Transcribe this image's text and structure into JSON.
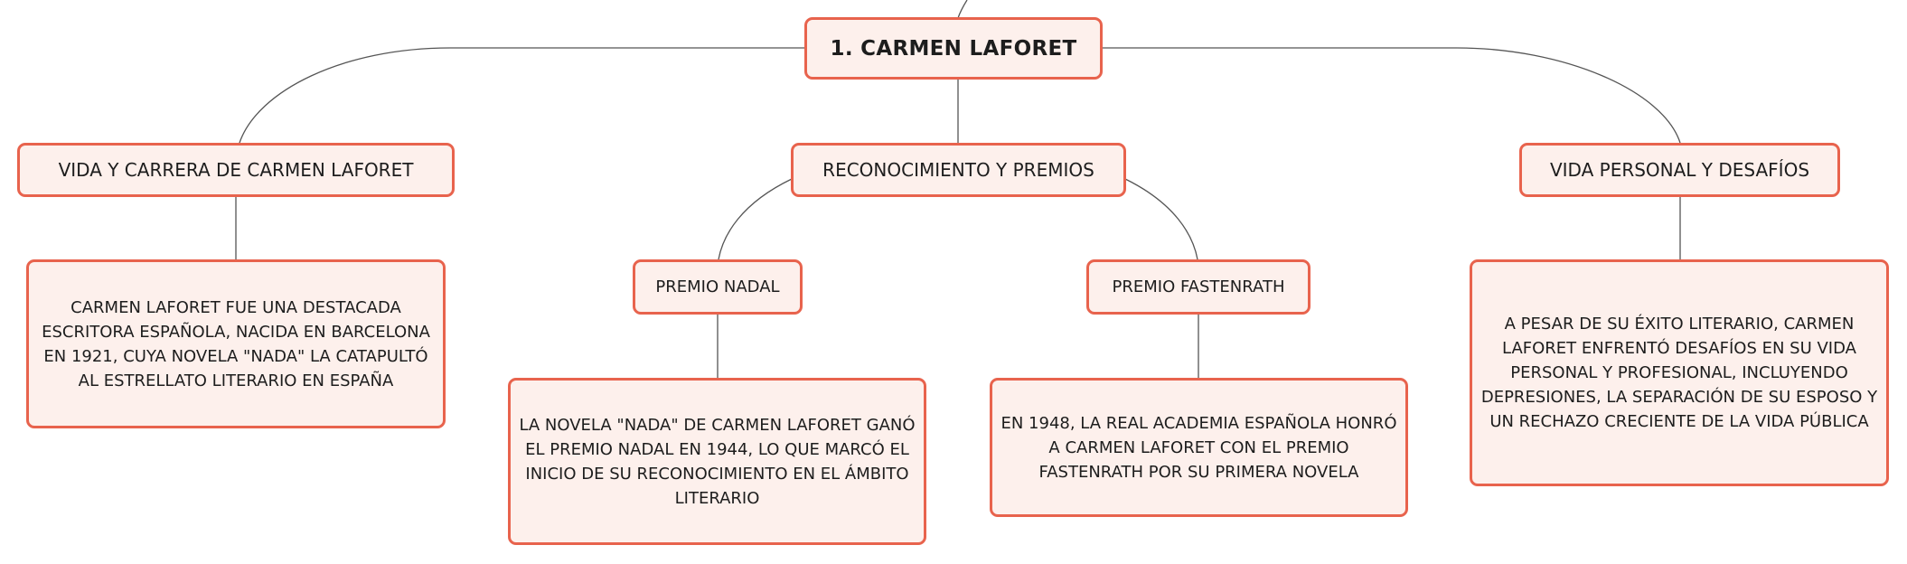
{
  "mindmap": {
    "root": {
      "title": "1. CARMEN LAFORET"
    },
    "branches": {
      "vida": {
        "title": "VIDA Y CARRERA DE CARMEN LAFORET",
        "detail": "CARMEN LAFORET FUE UNA DESTACADA ESCRITORA ESPAÑOLA, NACIDA EN BARCELONA EN 1921, CUYA NOVELA \"NADA\" LA CATAPULTÓ AL ESTRELLATO LITERARIO EN ESPAÑA"
      },
      "reconocimiento": {
        "title": "RECONOCIMIENTO Y PREMIOS",
        "premio_nadal": {
          "title": "PREMIO NADAL",
          "detail": "LA NOVELA \"NADA\" DE CARMEN LAFORET GANÓ EL PREMIO NADAL EN 1944, LO QUE MARCÓ EL INICIO DE SU RECONOCIMIENTO EN EL ÁMBITO LITERARIO"
        },
        "premio_fastenrath": {
          "title": "PREMIO FASTENRATH",
          "detail": "EN 1948, LA REAL ACADEMIA ESPAÑOLA HONRÓ A CARMEN LAFORET CON EL PREMIO FASTENRATH POR SU PRIMERA NOVELA"
        }
      },
      "personal": {
        "title": "VIDA PERSONAL Y DESAFÍOS",
        "detail": "A PESAR DE SU ÉXITO LITERARIO, CARMEN LAFORET ENFRENTÓ DESAFÍOS EN SU VIDA PERSONAL Y PROFESIONAL, INCLUYENDO DEPRESIONES, LA SEPARACIÓN DE SU ESPOSO Y UN RECHAZO CRECIENTE DE LA VIDA PÚBLICA"
      }
    },
    "colors": {
      "node_fill": "#fdf0ec",
      "node_border": "#e8634d",
      "connector": "#555555",
      "text": "#1d1d1d"
    }
  }
}
